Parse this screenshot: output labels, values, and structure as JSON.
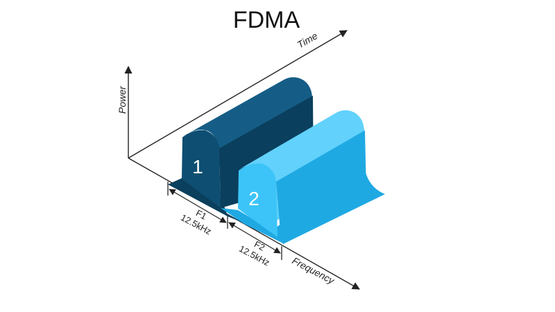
{
  "title": "FDMA",
  "axes": {
    "time": "Time",
    "power": "Power",
    "frequency": "Frequency"
  },
  "channels": [
    {
      "number": "1",
      "freq_label": "F1",
      "bandwidth": "12.5kHz",
      "color_front": "#0e4e72",
      "color_top": "#155d86",
      "color_side": "#0a3f5d"
    },
    {
      "number": "2",
      "freq_label": "F2",
      "bandwidth": "12.5kHz",
      "color_front": "#3cc4f8",
      "color_top": "#62d1fb",
      "color_side": "#1fa9e3"
    }
  ]
}
